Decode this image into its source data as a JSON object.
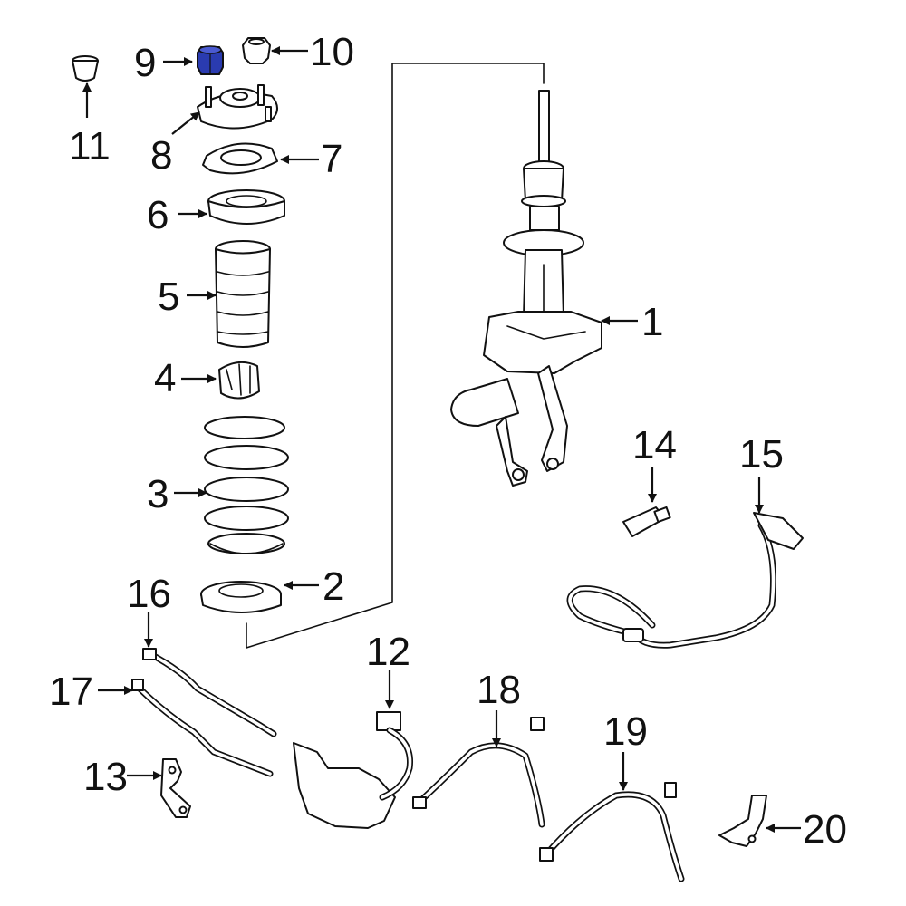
{
  "diagram": {
    "highlight_color": "#2a3bb0",
    "line_color": "#111111",
    "highlighted_part": "9",
    "callouts": {
      "c1": "1",
      "c2": "2",
      "c3": "3",
      "c4": "4",
      "c5": "5",
      "c6": "6",
      "c7": "7",
      "c8": "8",
      "c9": "9",
      "c10": "10",
      "c11": "11",
      "c12": "12",
      "c13": "13",
      "c14": "14",
      "c15": "15",
      "c16": "16",
      "c17": "17",
      "c18": "18",
      "c19": "19",
      "c20": "20"
    }
  }
}
